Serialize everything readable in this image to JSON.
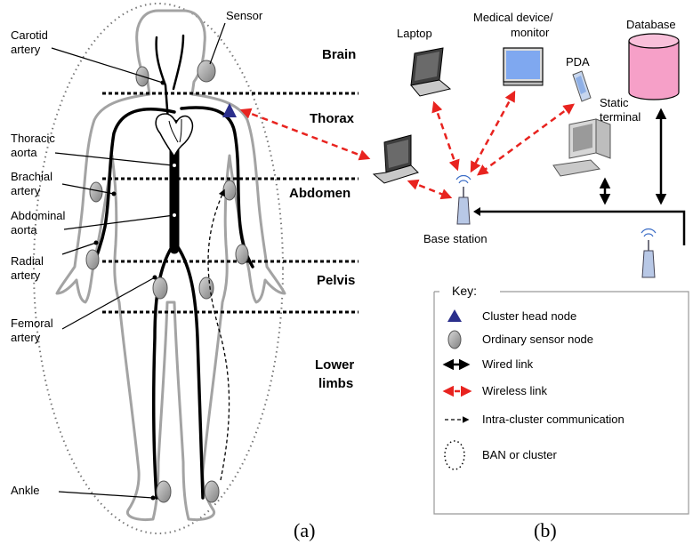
{
  "part_a": {
    "caption": "(a)",
    "zones": [
      "Brain",
      "Thorax",
      "Abdomen",
      "Pelvis",
      "Lower",
      "limbs"
    ],
    "labels": {
      "sensor": "Sensor",
      "carotid": [
        "Carotid",
        "artery"
      ],
      "thoracic": [
        "Thoracic",
        "aorta"
      ],
      "brachial": [
        "Brachial",
        "artery"
      ],
      "abdominal": [
        "Abdominal",
        "aorta"
      ],
      "radial": [
        "Radial",
        "artery"
      ],
      "femoral": [
        "Femoral",
        "artery"
      ],
      "ankle": "Ankle"
    }
  },
  "part_b": {
    "caption": "(b)",
    "devices": {
      "laptop": "Laptop",
      "medical": [
        "Medical device/",
        "monitor"
      ],
      "pda": "PDA",
      "database": "Database",
      "static": [
        "Static",
        "terminal"
      ],
      "base_station": "Base station"
    },
    "key": {
      "title": "Key:",
      "items": [
        "Cluster head node",
        "Ordinary sensor node",
        "Wired link",
        "Wireless link",
        "Intra-cluster communication",
        "BAN or cluster"
      ]
    }
  },
  "colors": {
    "wireless": "#e8231f",
    "cluster_head": "#2b2f8c",
    "screen": "#7fa8f0",
    "database": "#f6a0c8"
  }
}
